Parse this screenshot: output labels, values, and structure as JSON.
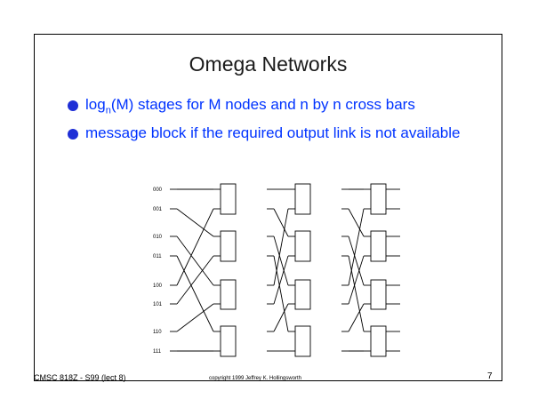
{
  "title": "Omega Networks",
  "bullets": [
    {
      "pre": "log",
      "sub": "n",
      "post": "(M) stages for M nodes and n by n cross bars"
    },
    {
      "text": "message block if the required output link is not available"
    }
  ],
  "diagram": {
    "node_labels": [
      "000",
      "001",
      "010",
      "011",
      "100",
      "101",
      "110",
      "111"
    ],
    "stages": 3,
    "switches_per_stage": 4
  },
  "footer": {
    "course": "CMSC 818Z - S99  (lect 8)",
    "copyright": "copyright 1999 Jeffrey K. Hollingsworth",
    "page_number": "7"
  },
  "colors": {
    "bullet_text": "#0033ff",
    "bullet_dot": "#1f2fd6"
  }
}
